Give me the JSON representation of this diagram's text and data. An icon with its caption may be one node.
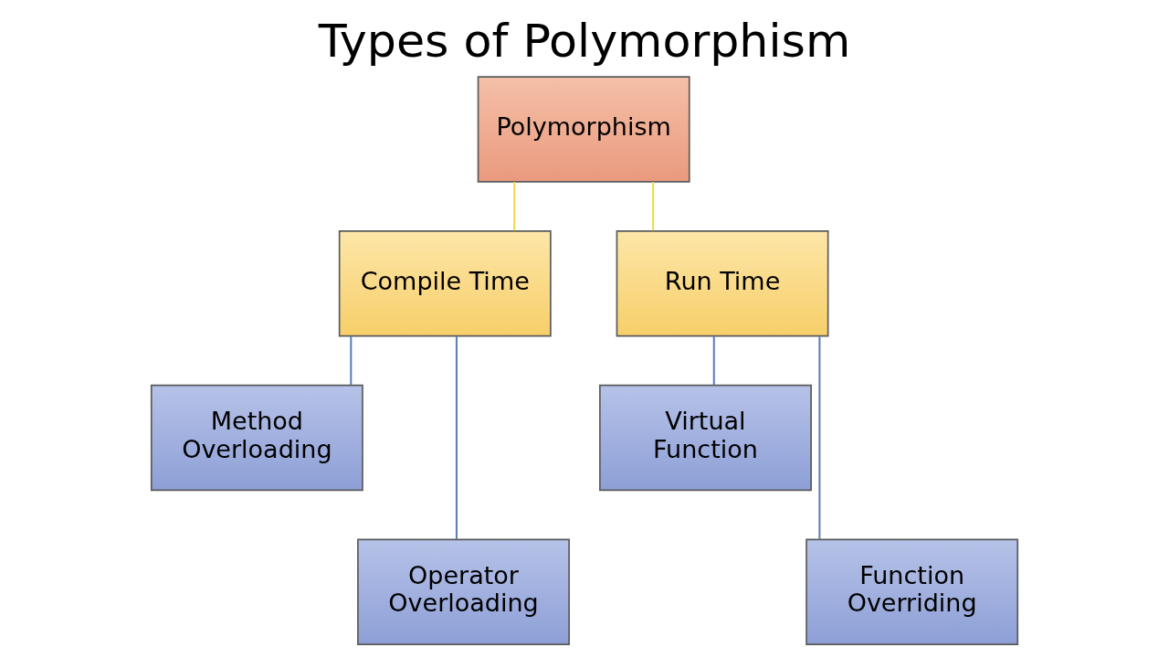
{
  "diagram": {
    "title": "Types of Polymorphism",
    "nodes": [
      {
        "text": [
          "Polymorphism"
        ]
      },
      {
        "text": [
          "Compile Time"
        ]
      },
      {
        "text": [
          "Run Time"
        ]
      },
      {
        "text": [
          "Method Overloading"
        ]
      },
      {
        "text": [
          "Operator Overloading"
        ]
      },
      {
        "text": [
          "Virtual Function"
        ]
      },
      {
        "text": [
          "Function Overriding"
        ]
      }
    ],
    "edges": [
      {
        "from": 0,
        "to": 1,
        "arrow": "none",
        "color": "#f0d848"
      },
      {
        "from": 0,
        "to": 2,
        "arrow": "none",
        "color": "#f0d848"
      },
      {
        "from": 1,
        "to": 3,
        "arrow": "none"
      },
      {
        "from": 1,
        "to": 4,
        "arrow": "none"
      },
      {
        "from": 2,
        "to": 5,
        "arrow": "none"
      },
      {
        "from": 2,
        "to": 6,
        "arrow": "none"
      }
    ]
  }
}
